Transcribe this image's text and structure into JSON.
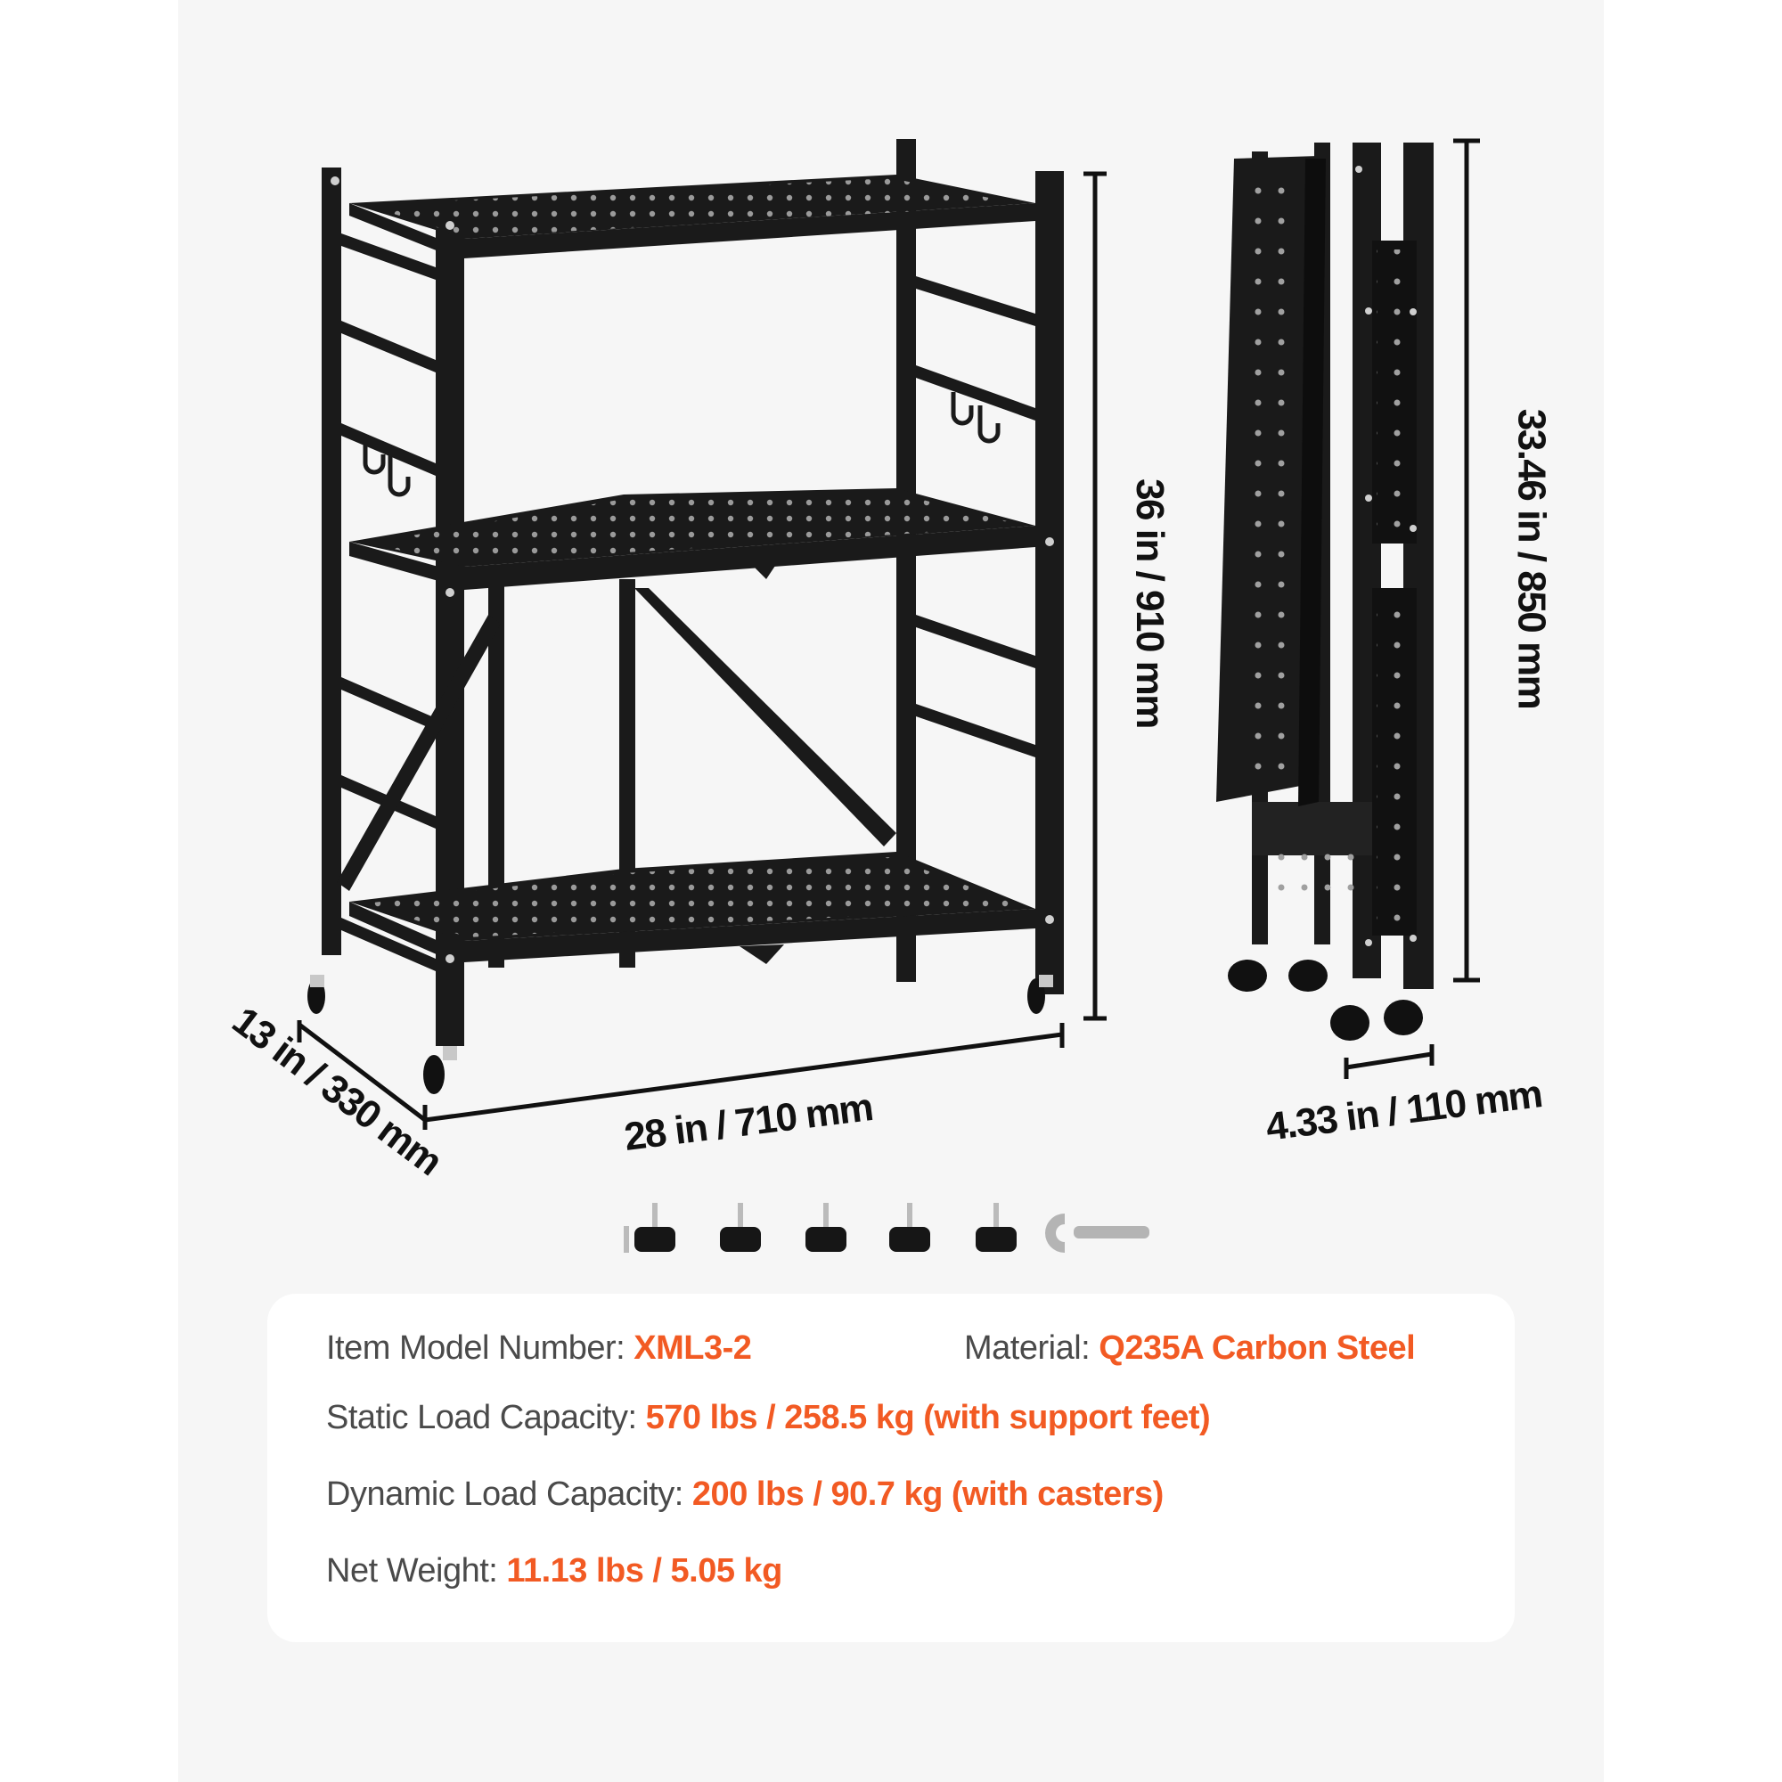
{
  "colors": {
    "accent": "#f25a23",
    "label_text": "#4a4a4a",
    "panel_bg": "#f6f6f6",
    "card_bg": "#ffffff",
    "product": "#1a1a1a"
  },
  "dimensions": {
    "depth": "13 in / 330 mm",
    "width": "28 in / 710 mm",
    "height": "36 in / 910 mm",
    "folded_height": "33.46 in / 850 mm",
    "folded_depth": "4.33 in / 110 mm"
  },
  "accessories": {
    "support_feet_count": 5,
    "support_feet_icon": "leveling-foot-icon",
    "wrench_icon": "wrench-icon"
  },
  "specs": {
    "model": {
      "label": "Item Model Number:",
      "value": "XML3-2"
    },
    "material": {
      "label": "Material:",
      "value": "Q235A Carbon Steel"
    },
    "static_load": {
      "label": "Static Load Capacity:",
      "value": "570 lbs / 258.5 kg (with support feet)"
    },
    "dynamic_load": {
      "label": "Dynamic Load Capacity:",
      "value": "200 lbs / 90.7 kg (with casters)"
    },
    "net_weight": {
      "label": "Net Weight:",
      "value": "11.13 lbs / 5.05 kg"
    }
  }
}
